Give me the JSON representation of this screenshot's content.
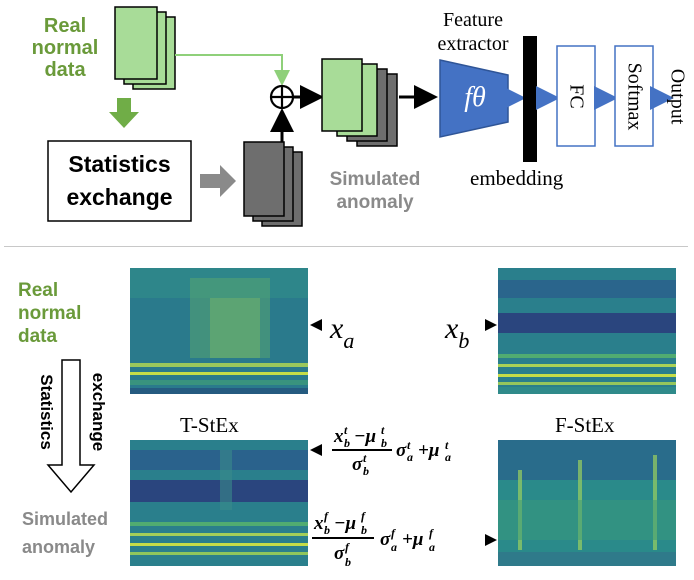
{
  "top": {
    "real_normal_line1": "Real",
    "real_normal_line2": "normal",
    "real_normal_line3": "data",
    "statistics_exchange_line1": "Statistics",
    "statistics_exchange_line2": "exchange",
    "simulated_line1": "Simulated",
    "simulated_line2": "anomaly",
    "feature_extractor_line1": "Feature",
    "feature_extractor_line2": "extractor",
    "f_theta": "fθ",
    "embedding": "embedding",
    "fc": "FC",
    "softmax": "Softmax",
    "output": "Output"
  },
  "bottom": {
    "real_normal_line1": "Real",
    "real_normal_line2": "normal",
    "real_normal_line3": "data",
    "statistics": "Statistics",
    "exchange": "exchange",
    "simulated_line1": "Simulated",
    "simulated_line2": "anomaly",
    "xa": "x",
    "xa_sub": "a",
    "xb": "x",
    "xb_sub": "b",
    "t_stex": "T-StEx",
    "f_stex": "F-StEx"
  },
  "colors": {
    "green_label": "#6a9a3a",
    "gray_label": "#8a8a8a",
    "green_box": "#a8dc98",
    "dark_box": "#6e6e6e",
    "blue": "#4472c4",
    "arrow_green": "#70ad47",
    "arrow_gray": "#8a8a8a"
  }
}
